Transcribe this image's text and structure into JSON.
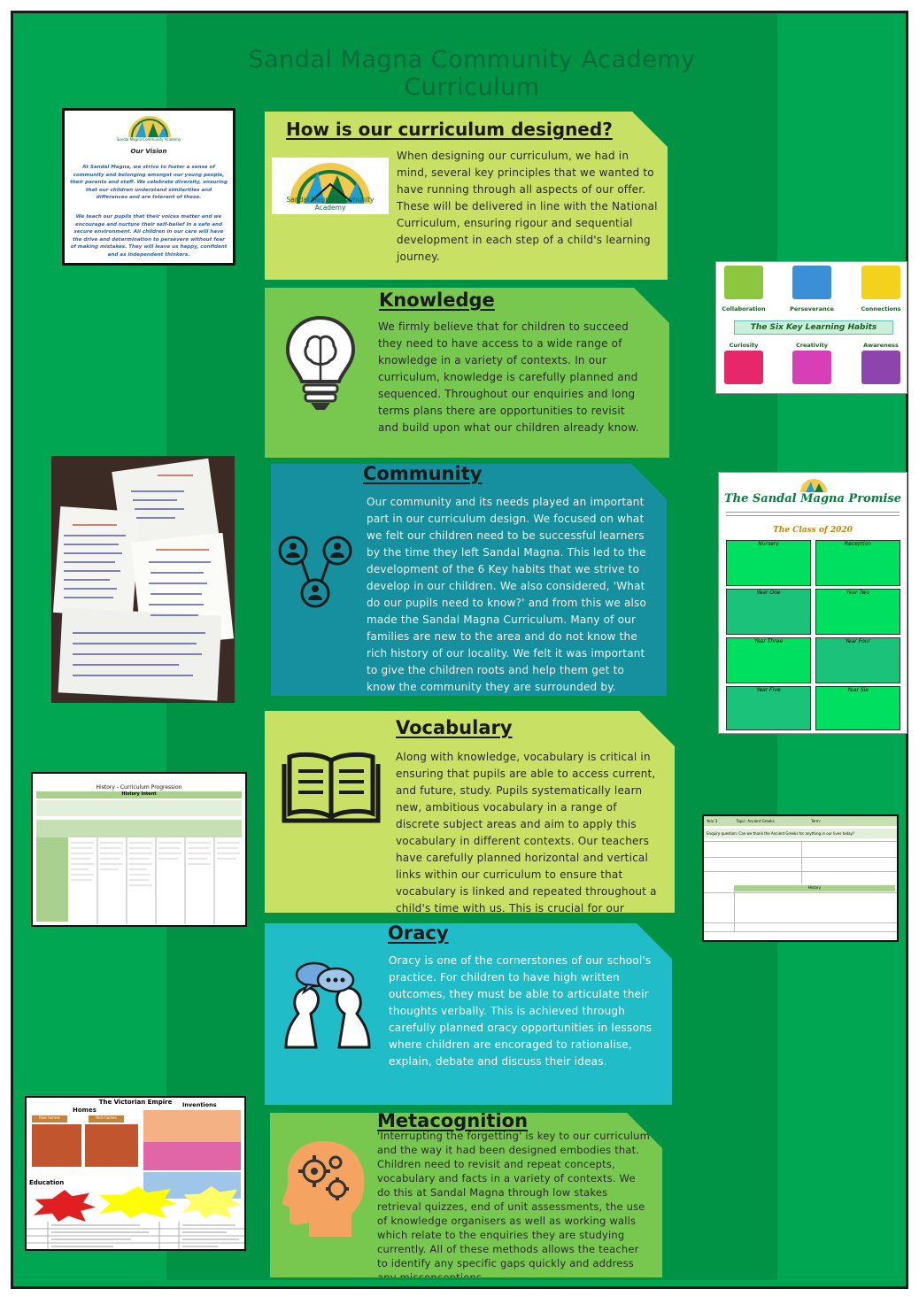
{
  "poster": {
    "title_line1": "Sandal Magna Community Academy",
    "title_line2": "Curriculum"
  },
  "colors": {
    "background": "#00a651",
    "inner_band": "#009245",
    "panel_lime": "#c8e064",
    "panel_green": "#78c850",
    "panel_teal": "#16909e",
    "panel_cyan": "#20bcc8"
  },
  "vision": {
    "logo_caption": "Sandal Magna Community Academy",
    "title": "Our Vision",
    "para1": "At Sandal Magna, we strive to foster a sense of community and belonging amongst our young people, their parents and staff. We celebrate diversity, ensuring that our children understand similarities and differences and are tolerant of these.",
    "para2": "We teach our pupils that their voices matter and we encourage and nurture their self-belief in a safe and secure environment. All children in our care will have the drive and determination to persevere without fear of making mistakes. They will leave us happy, confident and as independent thinkers."
  },
  "sections": {
    "design": {
      "title": "How is our curriculum designed?",
      "logo_text": "Sandal Magna Community Academy",
      "text": "When designing our curriculum, we had in mind, several key principles that we wanted to have running through all aspects of our offer. These will be delivered in line with the National Curriculum, ensuring rigour and sequential development in each step of a child's learning journey."
    },
    "knowledge": {
      "title": "Knowledge",
      "icon": "lightbulb-brain-icon",
      "text": "We firmly believe that for children to succeed they need to have access to a wide range of knowledge in a variety of contexts. In our curriculum, knowledge is carefully planned and sequenced. Throughout our enquiries and long terms plans there are opportunities to revisit and build upon what our children already know."
    },
    "community": {
      "title": "Community",
      "icon": "people-network-icon",
      "text": "Our community and its needs played an important part in our curriculum design. We focused on what we felt our children need to be successful learners by the time they left Sandal Magna. This led to the development of the 6 Key habits that we strive to develop in our children. We also considered, 'What do our pupils need to know?' and from this we also made the Sandal Magna Curriculum. Many of our families are new to the area and do not know the rich history of our locality. We felt it was important to give the children roots and help them get to know the community they are surrounded by."
    },
    "vocabulary": {
      "title": "Vocabulary",
      "icon": "open-book-icon",
      "text": "Along with knowledge, vocabulary is critical in ensuring that pupils are able to access current, and future, study. Pupils systematically learn new, ambitious vocabulary in a range of discrete subject areas and aim to apply this vocabulary in different contexts. Our teachers have carefully planned horizontal and vertical links within our curriculum to ensure that vocabulary is linked and repeated throughout a child's time with us. This is crucial for our children as they can begin to create a schemata of knowledge."
    },
    "oracy": {
      "title": "Oracy",
      "icon": "speech-bubbles-icon",
      "text": "Oracy is one of the cornerstones of our school's practice. For children to have high written outcomes, they must be able to articulate their thoughts verbally. This is achieved through carefully planned oracy opportunities in lessons where children are encoraged to rationalise, explain, debate and discuss their ideas."
    },
    "metacognition": {
      "title": "Metacognition",
      "icon": "head-gears-icon",
      "text": "'Interrupting the forgetting' is key to our curriculum and the way it had been designed embodies that. Children need to revisit and repeat concepts, vocabulary and facts in a variety of contexts. We do this at Sandal Magna through low stakes retrieval quizzes, end of unit assessments, the use of knowledge organisers as well as working walls which relate to the enquiries they are studying currently.  All of these methods allows the teacher to identify any specific gaps quickly and address any misconceptions."
    }
  },
  "habits": {
    "banner": "The Six Key Learning Habits",
    "items": [
      "Collaboration",
      "Perseverance",
      "Connections",
      "Curiosity",
      "Creativity",
      "Awareness"
    ]
  },
  "promise": {
    "title": "The Sandal Magna Promise",
    "subtitle": "The Class of 2020",
    "groups": [
      "Nursery",
      "Reception",
      "Year One",
      "Year Two",
      "Year Three",
      "Year Four",
      "Year Five",
      "Year Six"
    ]
  },
  "history_table": {
    "title": "History - Curriculum Progression",
    "header": "History Intent"
  },
  "planning_table": {
    "year": "Year 3",
    "topic": "Topic: Ancient Greeks",
    "term": "Term:",
    "enquiry": "Enquiry question: Can we thank the Ancient Greeks for anything in our lives today?",
    "subject": "History"
  },
  "victorian": {
    "title": "The Victorian Empire",
    "homes": "Homes",
    "poor": "Poor homes",
    "rich": "Rich homes",
    "inventions": "Inventions",
    "education": "Education"
  }
}
